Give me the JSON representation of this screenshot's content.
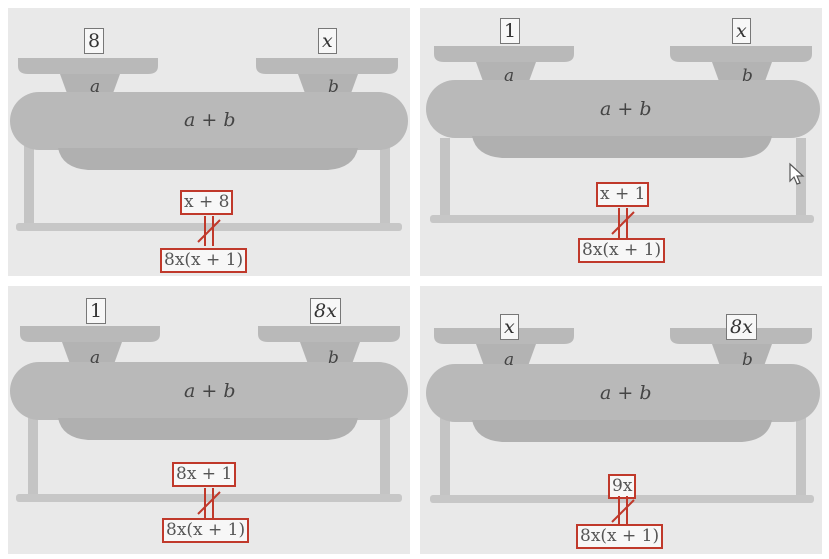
{
  "panels": [
    {
      "left_input": "8",
      "right_input": "x",
      "left_tray_label": "a",
      "right_tray_label": "b",
      "body_label": "a + b",
      "sum_output": "x + 8",
      "target_output": "8x(x + 1)"
    },
    {
      "left_input": "1",
      "right_input": "x",
      "left_tray_label": "a",
      "right_tray_label": "b",
      "body_label": "a + b",
      "sum_output": "x + 1",
      "target_output": "8x(x + 1)"
    },
    {
      "left_input": "1",
      "right_input": "8x",
      "left_tray_label": "a",
      "right_tray_label": "b",
      "body_label": "a + b",
      "sum_output": "8x + 1",
      "target_output": "8x(x + 1)"
    },
    {
      "left_input": "x",
      "right_input": "8x",
      "left_tray_label": "a",
      "right_tray_label": "b",
      "body_label": "a + b",
      "sum_output": "9x",
      "target_output": "8x(x + 1)"
    }
  ],
  "colors": {
    "panel_bg": "#e9e9e9",
    "machine_gray": "#b9b9b9",
    "not_equal_red": "#c0392b"
  },
  "icons": [
    "mouse-cursor-icon",
    "not-equal-icon"
  ]
}
